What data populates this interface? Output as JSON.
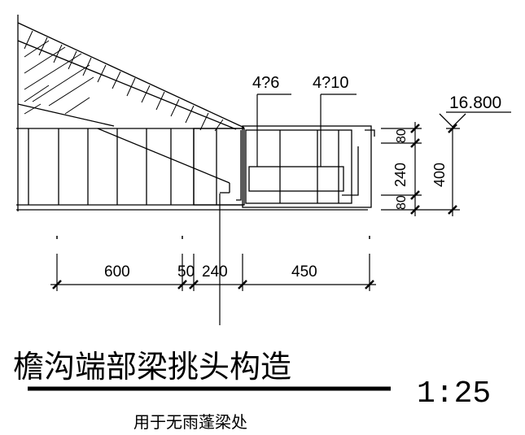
{
  "annotations": {
    "rebar_stirrup": "4?6",
    "rebar_main": "4?10",
    "elevation": "16.800"
  },
  "dimensions": {
    "horizontal": [
      "600",
      "50",
      "240",
      "450"
    ],
    "vertical_small": [
      "80",
      "240",
      "80"
    ],
    "vertical_total": "400"
  },
  "title": {
    "main": "檐沟端部梁挑头构造",
    "scale": "1:25",
    "subtitle": "用于无雨蓬梁处"
  }
}
